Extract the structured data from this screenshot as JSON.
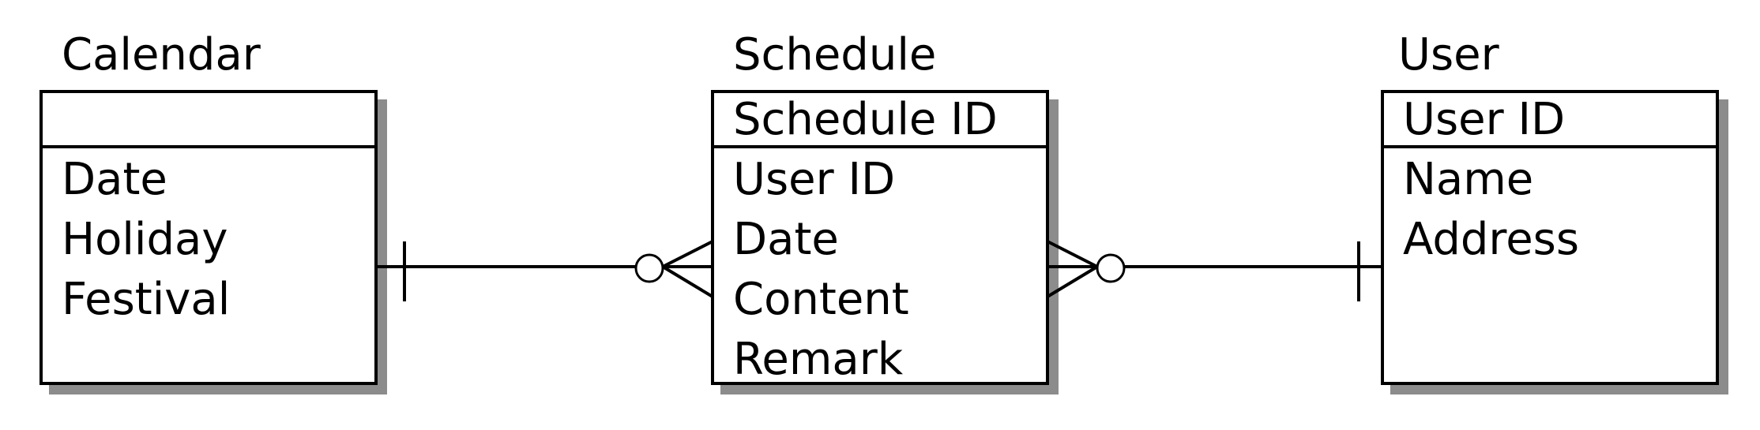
{
  "entities": {
    "calendar": {
      "title": "Calendar",
      "primary_key": "",
      "attributes": [
        "Date",
        "Holiday",
        "Festival"
      ]
    },
    "schedule": {
      "title": "Schedule",
      "primary_key": "Schedule ID",
      "attributes": [
        "User ID",
        "Date",
        "Content",
        "Remark"
      ]
    },
    "user": {
      "title": "User",
      "primary_key": "User ID",
      "attributes": [
        "Name",
        "Address"
      ]
    }
  },
  "relationships": [
    {
      "from": "calendar",
      "to": "schedule",
      "from_cardinality": "one",
      "to_cardinality": "zero-or-many"
    },
    {
      "from": "schedule",
      "to": "user",
      "from_cardinality": "zero-or-many",
      "to_cardinality": "one"
    }
  ],
  "colors": {
    "line": "#000000",
    "shadow": "#8c8c8c",
    "background": "#ffffff"
  }
}
